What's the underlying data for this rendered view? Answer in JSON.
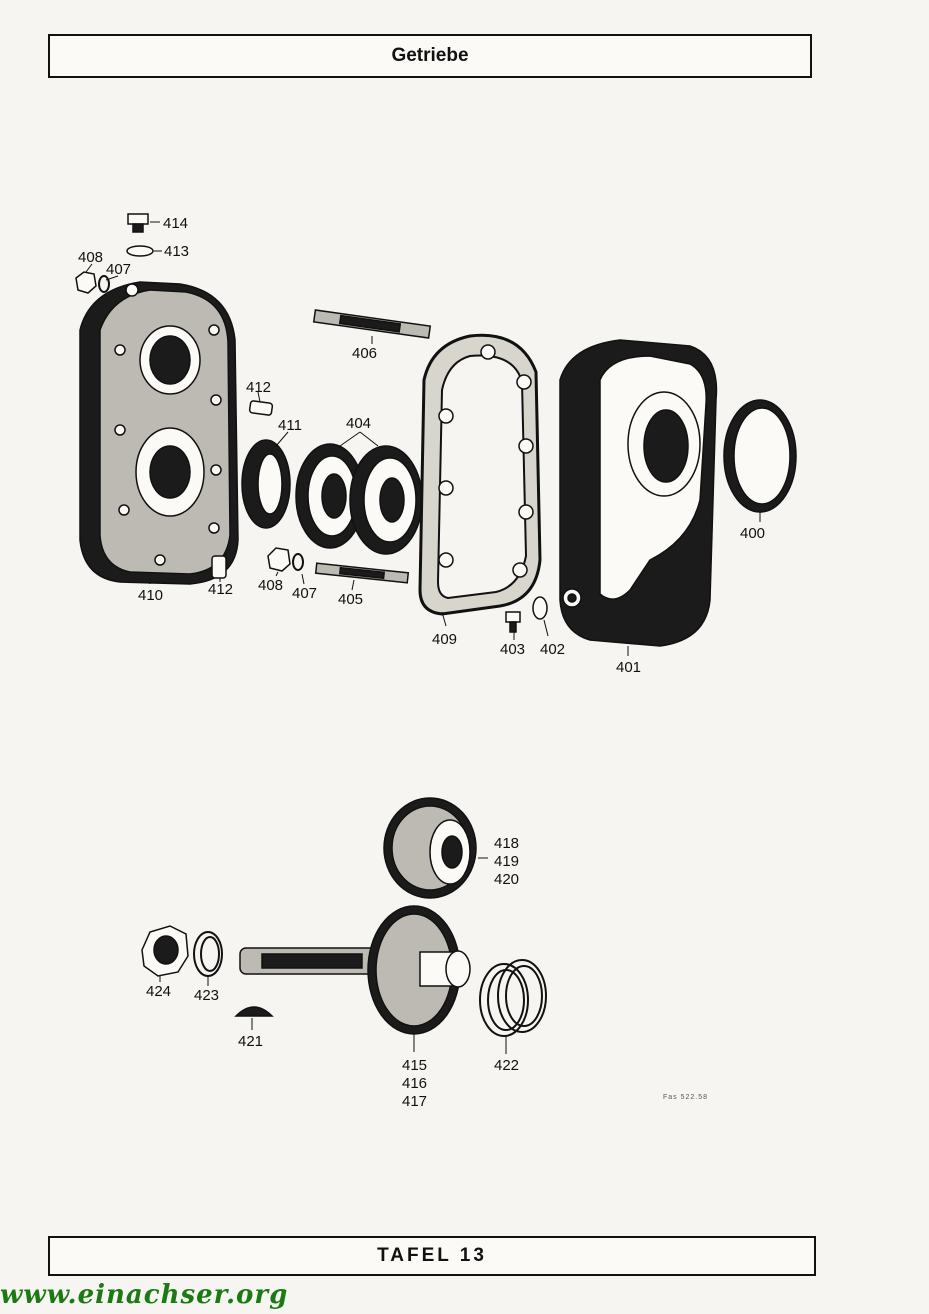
{
  "header": {
    "title": "Getriebe"
  },
  "footer": {
    "plate": "TAFEL 13"
  },
  "figure_ref": "Fas 522.58",
  "watermark": "www.einachser.org",
  "upper_assembly": {
    "labels": [
      "414",
      "413",
      "408",
      "407",
      "406",
      "412",
      "411",
      "404",
      "410",
      "412",
      "408",
      "407",
      "405",
      "409",
      "403",
      "402",
      "401",
      "400"
    ]
  },
  "lower_assembly": {
    "labels": [
      "418",
      "419",
      "420",
      "424",
      "423",
      "421",
      "415",
      "416",
      "417",
      "422"
    ]
  }
}
